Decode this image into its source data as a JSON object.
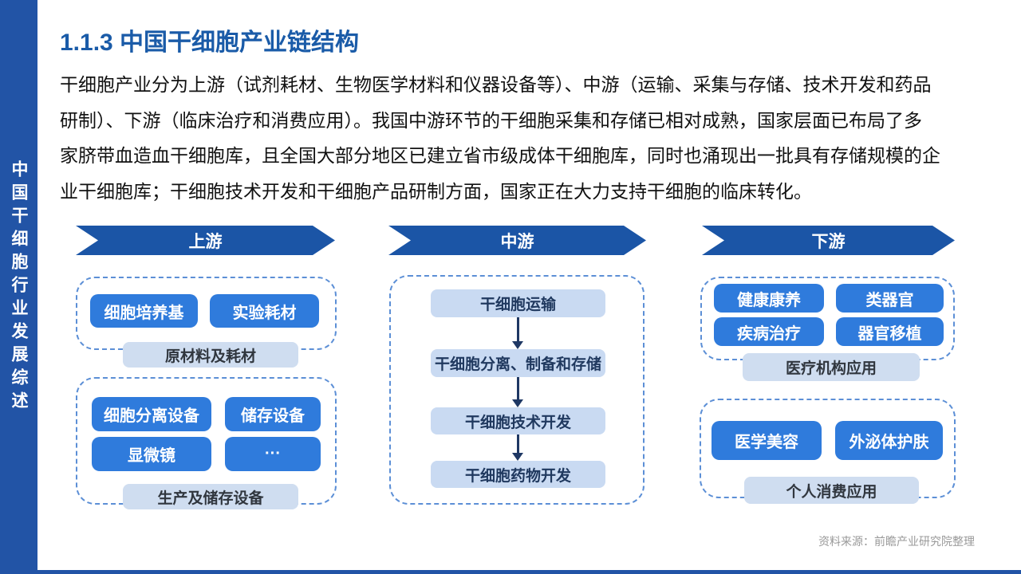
{
  "sidebar": {
    "vertical_title": "中国干细胞行业发展综述"
  },
  "header": {
    "title": "1.1.3 中国干细胞产业链结构"
  },
  "intro": {
    "lines": [
      "干细胞产业分为上游（试剂耗材、生物医学材料和仪器设备等）、中游（运输、采集与存储、技术开发和药品",
      "研制）、下游（临床治疗和消费应用）。我国中游环节的干细胞采集和存储已相对成熟，国家层面已布局了多",
      "家脐带血造血干细胞库，且全国大部分地区已建立省市级成体干细胞库，同时也涌现出一批具有存储规模的企",
      "业干细胞库；干细胞技术开发和干细胞产品研制方面，国家正在大力支持干细胞的临床转化。"
    ]
  },
  "diagram": {
    "upstream": {
      "header": "上游",
      "group1": {
        "items": [
          "细胞培养基",
          "实验耗材"
        ],
        "label": "原材料及耗材"
      },
      "group2": {
        "items": [
          "细胞分离设备",
          "储存设备",
          "显微镜",
          "···"
        ],
        "label": "生产及储存设备"
      }
    },
    "midstream": {
      "header": "中游",
      "steps": [
        "干细胞运输",
        "干细胞分离、制备和存储",
        "干细胞技术开发",
        "干细胞药物开发"
      ]
    },
    "downstream": {
      "header": "下游",
      "group1": {
        "items": [
          "健康康养",
          "类器官",
          "疾病治疗",
          "器官移植"
        ],
        "label": "医疗机构应用"
      },
      "group2": {
        "items": [
          "医学美容",
          "外泌体护肤"
        ],
        "label": "个人消费应用"
      }
    }
  },
  "footer": {
    "source": "资料来源：前瞻产业研究院整理"
  },
  "colors": {
    "sidebar_blue": "#2254A6",
    "banner_blue": "#1B55A6",
    "button_blue": "#2F7BDC",
    "light_blue_box": "#C9DAF2",
    "label_box_blue": "#CFDDF0",
    "title_blue": "#1A5BA8",
    "dashed_border_blue": "#5C8FD6",
    "arrow_navy": "#1F3864",
    "source_gray": "#999999"
  }
}
